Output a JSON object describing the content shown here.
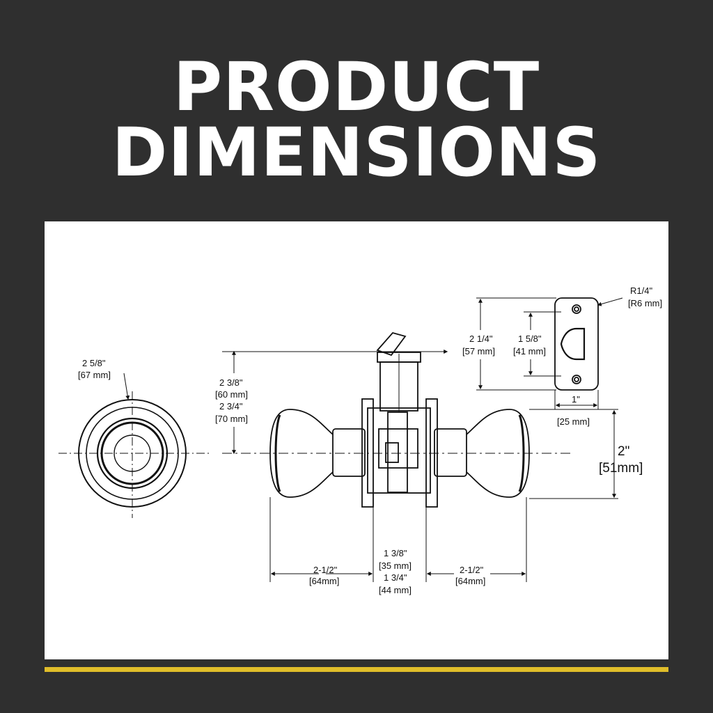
{
  "title": {
    "line1": "PRODUCT",
    "line2": "DIMENSIONS"
  },
  "colors": {
    "background": "#2f2f2f",
    "panel": "#ffffff",
    "accent": "#e0bd2a",
    "title": "#ffffff",
    "line": "#111111"
  },
  "dimensions": {
    "rose_diameter": {
      "imperial": "2 5/8\"",
      "metric": "[67 mm]"
    },
    "backset_short": {
      "imperial": "2 3/8\"",
      "metric": "[60 mm]"
    },
    "backset_long": {
      "imperial": "2 3/4\"",
      "metric": "[70 mm]"
    },
    "strike_height": {
      "imperial": "2 1/4\"",
      "metric": "[57 mm]"
    },
    "latch_height": {
      "imperial": "1 5/8\"",
      "metric": "[41 mm]"
    },
    "corner_radius": {
      "imperial": "R1/4\"",
      "metric": "[R6 mm]"
    },
    "strike_width": {
      "imperial": "1\"",
      "metric": "[25 mm]"
    },
    "knob_diameter": {
      "imperial": "2\"",
      "metric": "[51mm]"
    },
    "left_projection": {
      "imperial": "2-1/2\"",
      "metric": "[64mm]"
    },
    "door_thickness_min": {
      "imperial": "1 3/8\"",
      "metric": "[35 mm]"
    },
    "door_thickness_max": {
      "imperial": "1 3/4\"",
      "metric": "[44 mm]"
    },
    "right_projection": {
      "imperial": "2-1/2\"",
      "metric": "[64mm]"
    }
  }
}
